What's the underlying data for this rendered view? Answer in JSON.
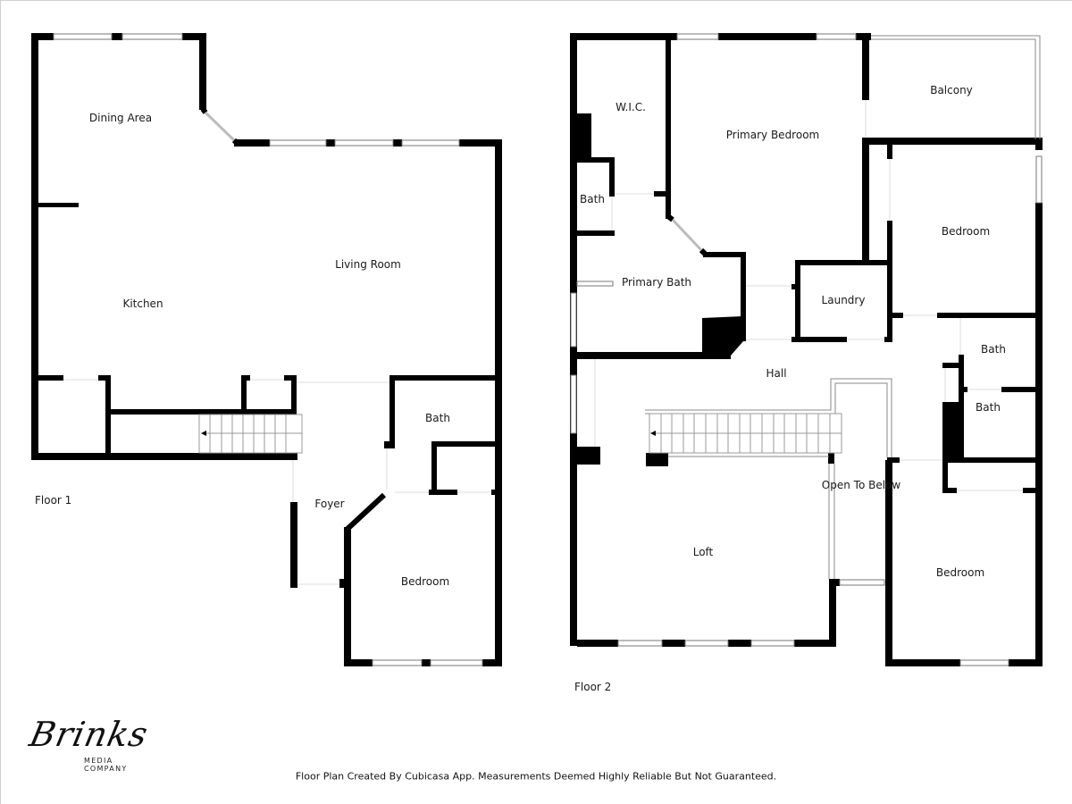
{
  "floors": [
    {
      "name": "Floor 1",
      "label": "Floor 1",
      "rooms": [
        {
          "id": "dining",
          "label": "Dining Area"
        },
        {
          "id": "kitchen",
          "label": "Kitchen"
        },
        {
          "id": "living",
          "label": "Living Room"
        },
        {
          "id": "bath",
          "label": "Bath"
        },
        {
          "id": "foyer",
          "label": "Foyer"
        },
        {
          "id": "bedroom",
          "label": "Bedroom"
        }
      ]
    },
    {
      "name": "Floor 2",
      "label": "Floor 2",
      "rooms": [
        {
          "id": "wic",
          "label": "W.I.C."
        },
        {
          "id": "primary-bedroom",
          "label": "Primary Bedroom"
        },
        {
          "id": "balcony",
          "label": "Balcony"
        },
        {
          "id": "bath-small",
          "label": "Bath"
        },
        {
          "id": "primary-bath",
          "label": "Primary Bath"
        },
        {
          "id": "bedroom-ne",
          "label": "Bedroom"
        },
        {
          "id": "laundry",
          "label": "Laundry"
        },
        {
          "id": "hall",
          "label": "Hall"
        },
        {
          "id": "bath-e1",
          "label": "Bath"
        },
        {
          "id": "bath-e2",
          "label": "Bath"
        },
        {
          "id": "open-to-below",
          "label": "Open To Below"
        },
        {
          "id": "loft",
          "label": "Loft"
        },
        {
          "id": "bedroom-se",
          "label": "Bedroom"
        }
      ]
    }
  ],
  "logo": {
    "script": "Brinks",
    "subtitle": "MEDIA COMPANY"
  },
  "footer": {
    "disclaimer": "Floor Plan Created By Cubicasa App. Measurements Deemed Highly Reliable But Not Guaranteed."
  },
  "colors": {
    "wall": "#000000",
    "window": "#8a8a8a",
    "door_gap": "#d8d8d8",
    "background": "#ffffff"
  }
}
